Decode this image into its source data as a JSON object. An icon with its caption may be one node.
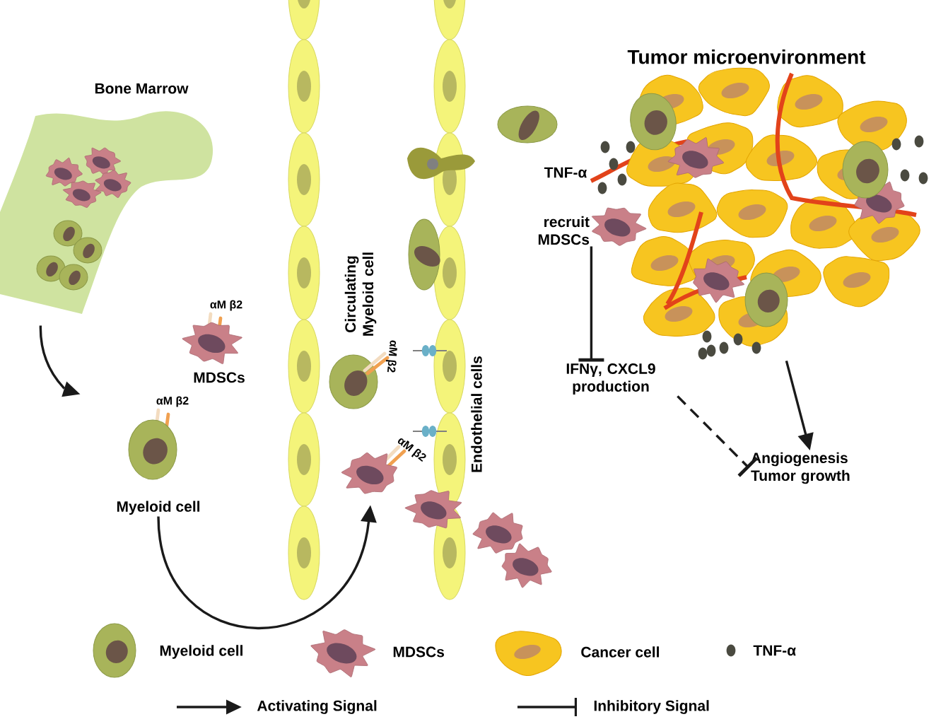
{
  "diagram": {
    "nodes": [
      {
        "text": [
          "Bone Marrow"
        ]
      },
      {
        "text": [
          "MDSCs"
        ]
      },
      {
        "text": [
          "Myeloid cell"
        ]
      },
      {
        "text": [
          "Circulating Myeloid cell"
        ]
      },
      {
        "text": [],
        "shape": "picture"
      },
      {
        "text": [
          "Tumor microenvironment"
        ]
      },
      {
        "text": [
          "recruit MDSCs"
        ]
      },
      {
        "text": [
          "IFNγ, CXCL9 production"
        ]
      },
      {
        "text": [
          "Angiogenesis Tumor growth"
        ]
      }
    ],
    "edges": [
      {
        "from": 0,
        "to": 2,
        "arrow": "to"
      },
      {
        "from": 2,
        "to": 4,
        "arrow": "to"
      },
      {
        "from": 6,
        "to": 7,
        "arrow": "other"
      },
      {
        "from": 7,
        "to": 8,
        "arrow": "other",
        "style": "dashed"
      },
      {
        "from": 5,
        "to": 8,
        "arrow": "to"
      }
    ],
    "labels": [
      "TNF-α",
      "αM β2",
      "αM β2",
      "αM β2",
      "Endothelial cells",
      "αM β2"
    ],
    "legend": [
      {
        "text": "Myeloid cell"
      },
      {
        "text": "MDSCs"
      },
      {
        "text": "Cancer cell"
      },
      {
        "text": "TNF-α"
      },
      {
        "text": "Activating Signal"
      },
      {
        "text": "Inhibitory Signal"
      }
    ]
  }
}
